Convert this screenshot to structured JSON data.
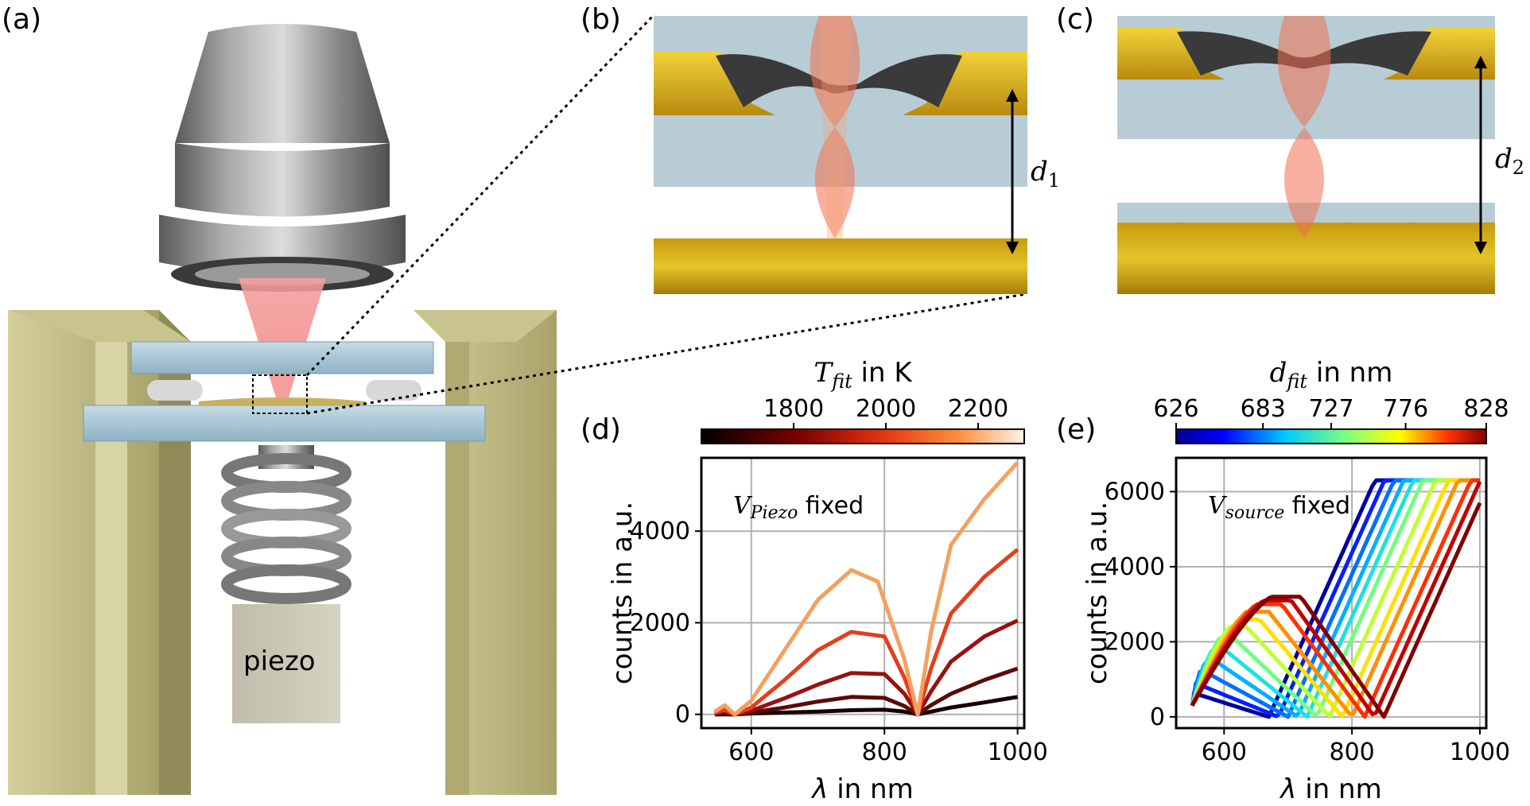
{
  "panels": {
    "a": "(a)",
    "b": "(b)",
    "c": "(c)",
    "d": "(d)",
    "e": "(e)"
  },
  "schematic": {
    "piezo_label": "piezo",
    "d1_symbol": "d",
    "d1_sub": "1",
    "d2_symbol": "d",
    "d2_sub": "2"
  },
  "colors": {
    "gold": "#d9b21a",
    "steel": "#8a8a8a",
    "glass": "#a8c3d0",
    "frame": "#b8b27a",
    "beam": "#f08060"
  },
  "chart_data": [
    {
      "id": "d",
      "type": "line",
      "annotation_main": "V",
      "annotation_sub": "Piezo",
      "annotation_tail": "fixed",
      "xlabel_symbol": "λ",
      "xlabel_tail": "in nm",
      "ylabel": "counts in a.u.",
      "xlim": [
        525,
        1010
      ],
      "ylim": [
        -300,
        5600
      ],
      "xticks": [
        600,
        800,
        1000
      ],
      "yticks": [
        0,
        2000,
        4000
      ],
      "grid": true,
      "colorbar": {
        "label_symbol": "T",
        "label_sub": "fit",
        "label_tail": "in K",
        "ticks": [
          "1800",
          "2000",
          "2200"
        ],
        "tick_positions": [
          1800,
          2000,
          2200
        ],
        "range": [
          1600,
          2300
        ],
        "colormap": "hot"
      },
      "series": [
        {
          "color": "#1a0000",
          "x": [
            545,
            560,
            575,
            600,
            650,
            700,
            750,
            800,
            830,
            850,
            870,
            900,
            950,
            1000
          ],
          "y": [
            0,
            0,
            0,
            20,
            40,
            60,
            90,
            100,
            60,
            0,
            60,
            150,
            260,
            380
          ]
        },
        {
          "color": "#5a0a0a",
          "x": [
            545,
            560,
            575,
            600,
            650,
            700,
            750,
            800,
            830,
            850,
            870,
            900,
            950,
            1000
          ],
          "y": [
            10,
            40,
            0,
            40,
            150,
            280,
            380,
            360,
            180,
            0,
            200,
            450,
            750,
            1000
          ]
        },
        {
          "color": "#9a1010",
          "x": [
            545,
            560,
            575,
            600,
            650,
            700,
            750,
            800,
            830,
            850,
            870,
            900,
            950,
            1000
          ],
          "y": [
            20,
            60,
            0,
            80,
            350,
            650,
            900,
            880,
            450,
            0,
            500,
            1150,
            1700,
            2050
          ]
        },
        {
          "color": "#e04020",
          "x": [
            545,
            560,
            575,
            600,
            650,
            700,
            750,
            800,
            830,
            850,
            870,
            900,
            950,
            1000
          ],
          "y": [
            40,
            100,
            0,
            150,
            750,
            1400,
            1800,
            1700,
            800,
            0,
            1000,
            2200,
            3000,
            3600
          ]
        },
        {
          "color": "#f4a060",
          "x": [
            545,
            560,
            575,
            600,
            650,
            700,
            750,
            790,
            830,
            850,
            870,
            900,
            950,
            1000
          ],
          "y": [
            60,
            200,
            0,
            300,
            1400,
            2500,
            3150,
            2900,
            1200,
            0,
            1800,
            3700,
            4700,
            5500
          ]
        }
      ]
    },
    {
      "id": "e",
      "type": "line",
      "annotation_main": "V",
      "annotation_sub": "source",
      "annotation_tail": "fixed",
      "xlabel_symbol": "λ",
      "xlabel_tail": "in nm",
      "ylabel": "counts in a.u.",
      "xlim": [
        525,
        1010
      ],
      "ylim": [
        -300,
        6900
      ],
      "xticks": [
        600,
        800,
        1000
      ],
      "yticks": [
        0,
        2000,
        4000,
        6000
      ],
      "grid": true,
      "colorbar": {
        "label_symbol": "d",
        "label_sub": "fit",
        "label_tail": "in nm",
        "ticks": [
          "626",
          "683",
          "727",
          "776",
          "828"
        ],
        "tick_positions": [
          0,
          0.28,
          0.5,
          0.74,
          1.0
        ],
        "colormap": "jet"
      },
      "series": [
        {
          "color": "#0000a0",
          "min_x": 670,
          "peak_y": 700
        },
        {
          "color": "#0020ff",
          "min_x": 685,
          "peak_y": 900
        },
        {
          "color": "#0070ff",
          "min_x": 700,
          "peak_y": 1200
        },
        {
          "color": "#00b0ff",
          "min_x": 715,
          "peak_y": 1500
        },
        {
          "color": "#20e0e0",
          "min_x": 730,
          "peak_y": 1800
        },
        {
          "color": "#70ff80",
          "min_x": 745,
          "peak_y": 2100
        },
        {
          "color": "#c0ff30",
          "min_x": 765,
          "peak_y": 2400
        },
        {
          "color": "#ffe000",
          "min_x": 785,
          "peak_y": 2600
        },
        {
          "color": "#ff9000",
          "min_x": 800,
          "peak_y": 2800
        },
        {
          "color": "#ff3000",
          "min_x": 820,
          "peak_y": 3000
        },
        {
          "color": "#c00000",
          "min_x": 835,
          "peak_y": 3100
        },
        {
          "color": "#800000",
          "min_x": 850,
          "peak_y": 3200
        }
      ]
    }
  ]
}
